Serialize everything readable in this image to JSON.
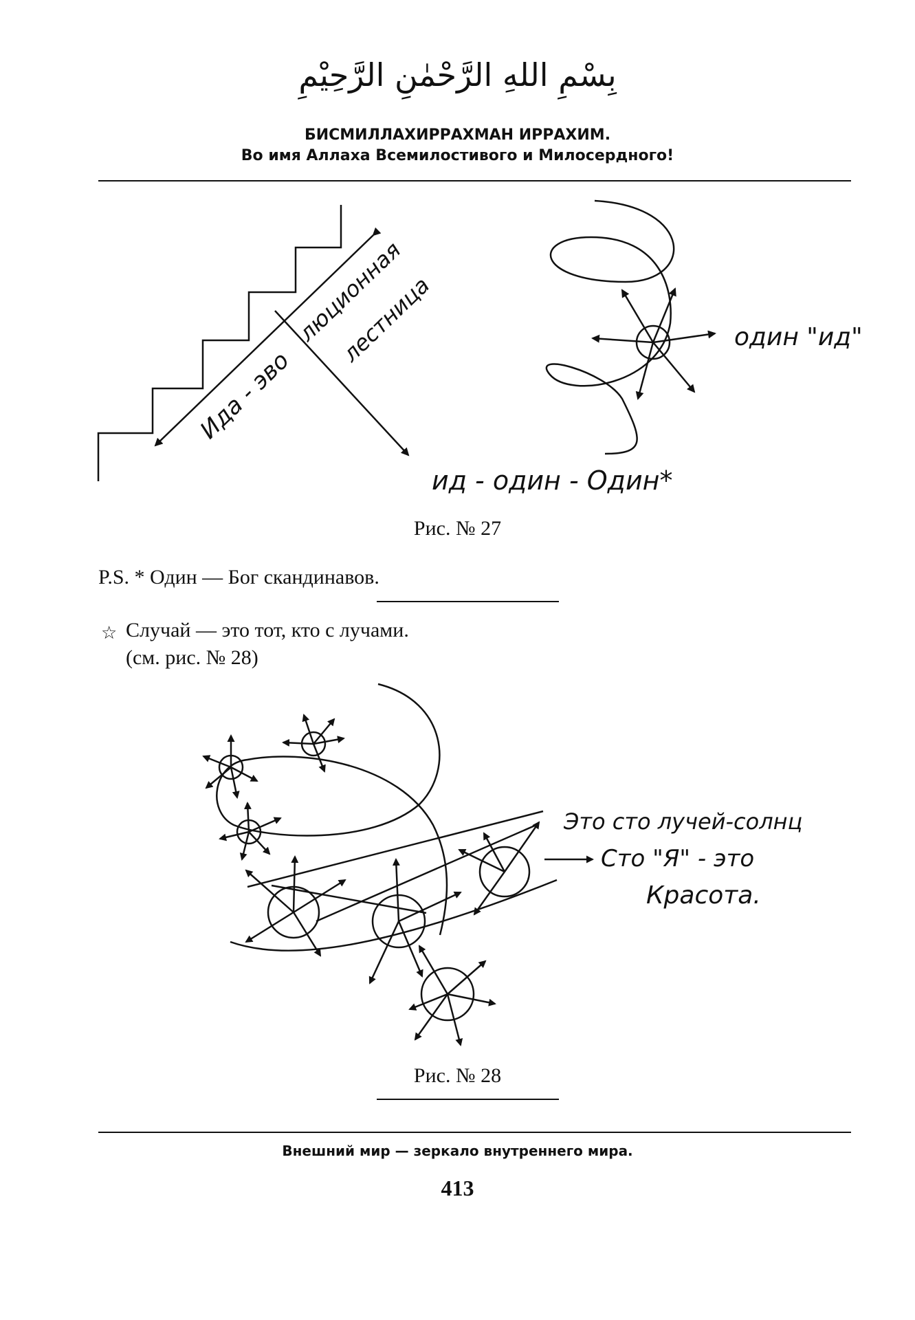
{
  "header": {
    "arabic": "بِسْمِ اللهِ الرَّحْمٰنِ الرَّحِيْمِ",
    "line1": "БИСМИЛЛАХИРРАХМАН ИРРАХИМ.",
    "line2": "Во имя Аллаха Всемилостивого и Милосердного!"
  },
  "figure27": {
    "ladder_text_1": "Ида - эво",
    "ladder_text_2": "люционная",
    "ladder_text_3": "лестница",
    "right_label": "один \"ид\"",
    "bottom_label": "ид - один - Один*",
    "caption": "Рис. № 27"
  },
  "notes": {
    "ps": "P.S. * Один — Бог скандинавов.",
    "star_glyph": "☆",
    "line1": "Случай — это тот, кто с лучами.",
    "line2": "(см. рис. № 28)"
  },
  "figure28": {
    "label1": "Это сто лучей-солнц",
    "label2": "Сто \"Я\" - это",
    "label3": "Красота.",
    "caption": "Рис. № 28"
  },
  "footer": {
    "motto": "Внешний мир — зеркало внутреннего мира.",
    "page_number": "413"
  }
}
